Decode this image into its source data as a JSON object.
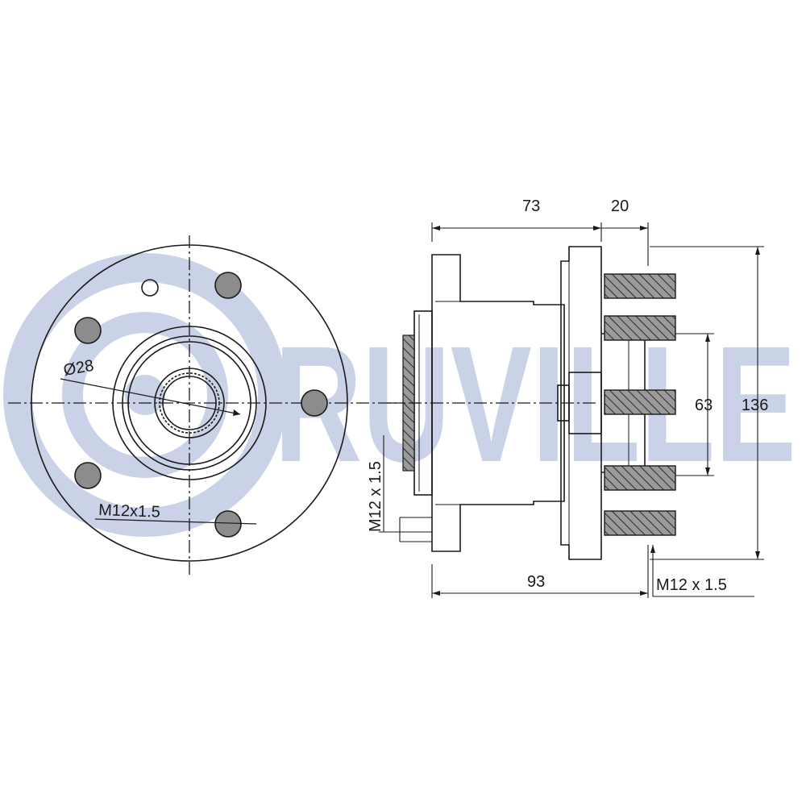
{
  "watermark": {
    "brand": "RUVILLE",
    "color": "#c9d2e6"
  },
  "front_view": {
    "bore_label": "Ø28",
    "stud_thread_label": "M12x1.5"
  },
  "side_view": {
    "dim_flange_to_hub": "73",
    "dim_stud_projection": "20",
    "dim_overall_length": "93",
    "dim_bolt_spacing": "63",
    "dim_flange_diameter": "136",
    "thread_label_left": "M12 x 1.5",
    "thread_label_bottom": "M12 x 1.5"
  },
  "colors": {
    "line": "#1a1a1a",
    "stud_fill": "#8c8c8c",
    "thread_fill": "#8c8c8c"
  }
}
